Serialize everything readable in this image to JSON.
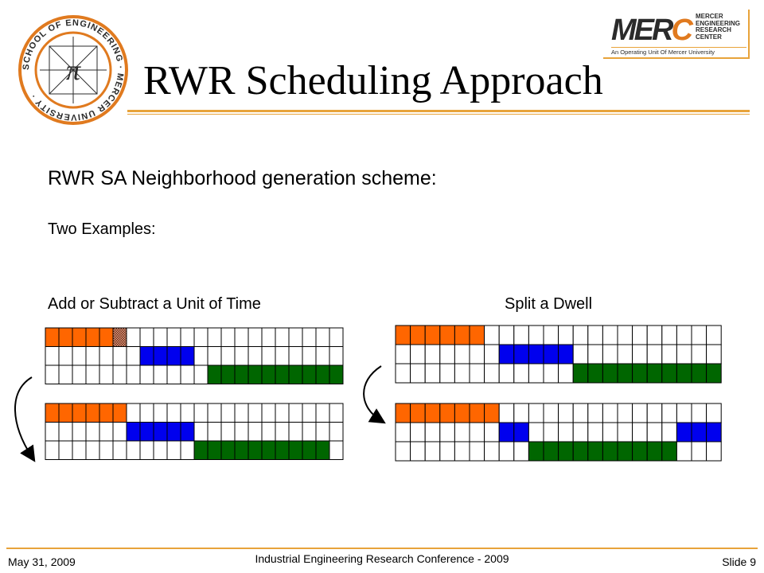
{
  "slide": {
    "title": "RWR Scheduling Approach",
    "heading": "RWR SA Neighborhood generation scheme:",
    "subheading": "Two Examples:",
    "left_example_label": "Add or Subtract a Unit of Time",
    "right_example_label": "Split a Dwell"
  },
  "logos": {
    "seal_ring_text": "SCHOOL OF ENGINEERING · MERCER UNIVERSITY ·",
    "merc_big": "MERC",
    "merc_sub": "MERCER\nENGINEERING\nRESEARCH\nCENTER",
    "merc_tagline": "An Operating Unit Of Mercer University"
  },
  "footer": {
    "date": "May 31, 2009",
    "conference": "Industrial Engineering Research Conference - 2009",
    "slide_number": "Slide 9"
  },
  "colors": {
    "accent": "#e8a33a",
    "task1": "#ff6600",
    "task2": "#0000ee",
    "task3": "#006600",
    "shifted": "#8a3a2a"
  },
  "grids": {
    "cols": 22,
    "left_before": [
      {
        "ranges": [
          [
            0,
            5
          ]
        ],
        "hatched": [
          5
        ]
      },
      {
        "ranges": [
          [
            7,
            11
          ]
        ]
      },
      {
        "ranges": [
          [
            12,
            22
          ]
        ]
      }
    ],
    "left_after": [
      {
        "ranges": [
          [
            0,
            6
          ]
        ]
      },
      {
        "ranges": [
          [
            6,
            11
          ]
        ]
      },
      {
        "ranges": [
          [
            11,
            21
          ]
        ]
      }
    ],
    "right_before": [
      {
        "ranges": [
          [
            0,
            6
          ]
        ]
      },
      {
        "ranges": [
          [
            7,
            12
          ]
        ]
      },
      {
        "ranges": [
          [
            12,
            22
          ]
        ]
      }
    ],
    "right_after": [
      {
        "ranges": [
          [
            0,
            7
          ]
        ]
      },
      {
        "ranges": [
          [
            7,
            9
          ],
          [
            19,
            22
          ]
        ]
      },
      {
        "ranges": [
          [
            9,
            19
          ]
        ]
      }
    ]
  }
}
